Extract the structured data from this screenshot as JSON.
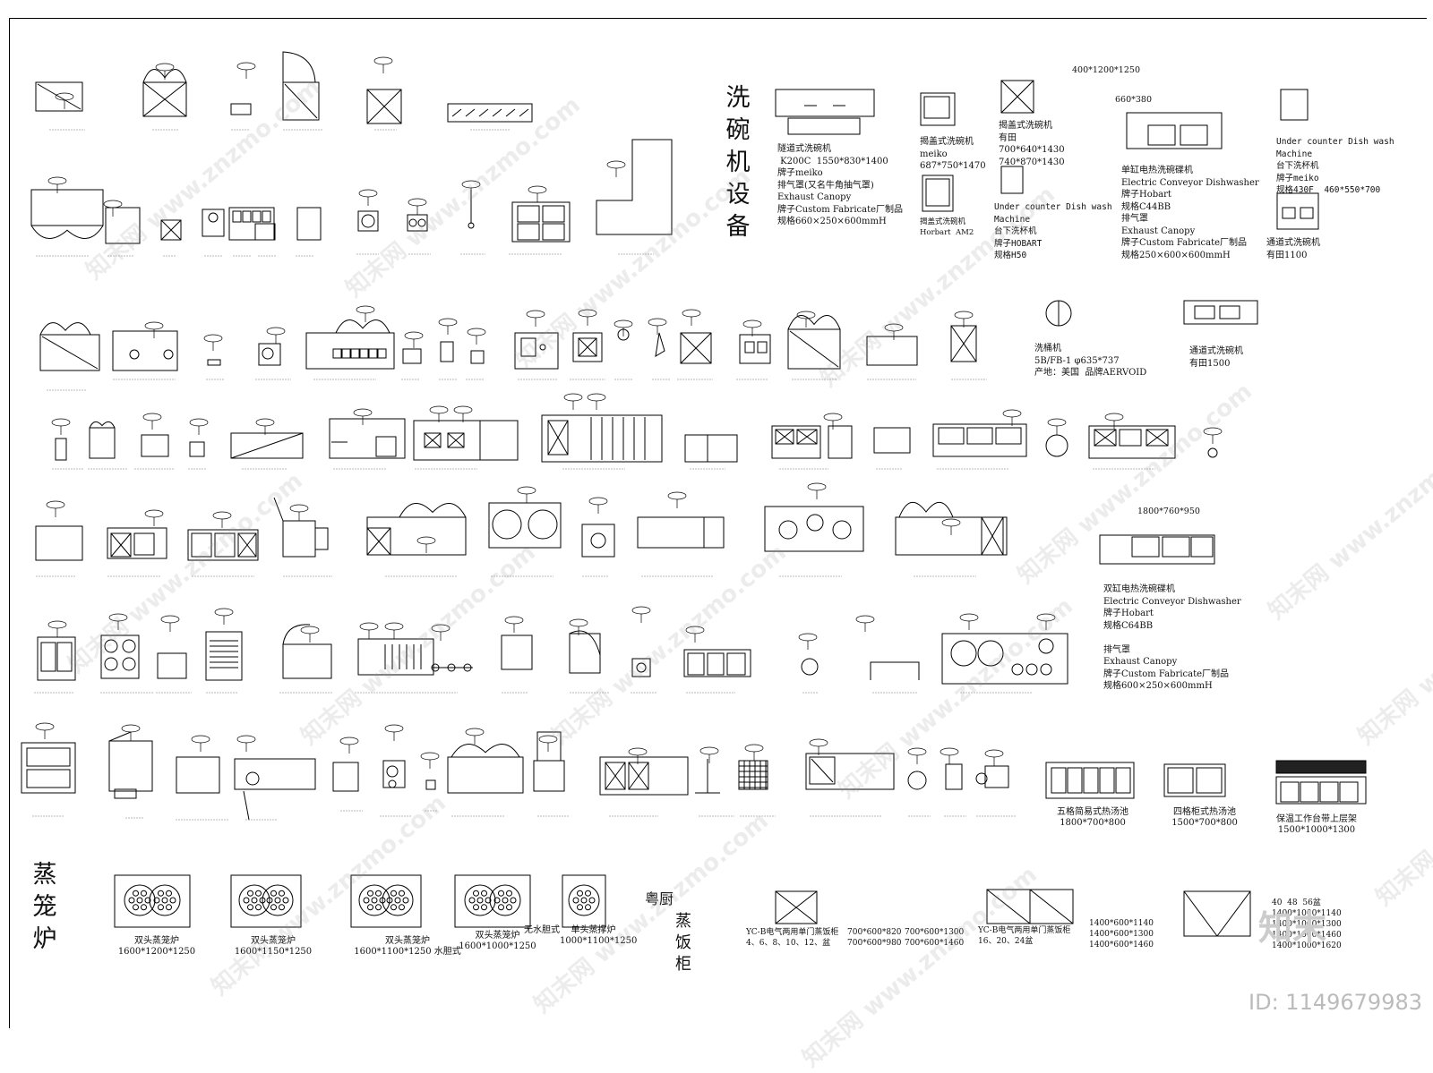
{
  "titles": {
    "dishwasher": "洗碗机设备",
    "steamer": "蒸笼炉",
    "rice_cabinet": "粤厨蒸饭柜"
  },
  "top_dim": "400*1200*1250",
  "notes": {
    "tunnel": "隧道式洗碗机\n K200C  1550*830*1400\n牌子meiko\n排气罩(又名牛角抽气罩)\nExhaust Canopy\n牌子Custom Fabricate厂制品\n规格660×250×600mmH",
    "hood_meiko": "揭盖式洗碗机\nmeiko\n687*750*1470",
    "hood_am2": "揭盖式洗碗机\nHorbart  AM2",
    "hood_youtian": "揭盖式洗碗机\n有田\n700*640*1430\n740*870*1430",
    "undercounter": "Under counter Dish wash\nMachine\n台下洗杯机\n牌子HOBART\n规格H50",
    "size660": "660*380",
    "single_tank": "单缸电热洗碗碟机\nElectric Conveyor Dishwasher\n牌子Hobart\n规格C44BB\n排气罩\nExhaust Canopy\n牌子Custom Fabricate厂制品\n规格250×600×600mmH",
    "meiko_uc": "Under counter Dish wash\nMachine\n台下洗杯机\n牌子meiko\n规格430F  460*550*700",
    "pass_youtian1": "通道式洗碗机\n有田1100",
    "washer": "洗桶机\n5B/FB-1 φ635*737\n产地：美国  品牌AERVOID",
    "pass_youtian2": "通道式洗碗机\n有田1500",
    "size1800": "1800*760*950",
    "double_tank": "双缸电热洗碗碟机\nElectric Conveyor Dishwasher\n牌子Hobart\n规格C64BB\n\n排气罩\nExhaust Canopy\n牌子Custom Fabricate厂制品\n规格600×250×600mmH"
  },
  "soup_pools": [
    {
      "name": "五格简易式热汤池",
      "size": "1800*700*800"
    },
    {
      "name": "四格柜式热汤池",
      "size": "1500*700*800"
    },
    {
      "name": "保温工作台带上层架",
      "size": "1500*1000*1300"
    }
  ],
  "steamers": [
    {
      "name": "双头蒸笼炉",
      "size": "1600*1200*1250"
    },
    {
      "name": "双头蒸笼炉",
      "size": "1600*1150*1250"
    },
    {
      "name": "双头蒸笼炉",
      "size": "1600*1100*1250 水胆式"
    },
    {
      "name": "双头蒸笼炉",
      "size": "1600*1000*1250"
    },
    {
      "name": "单头蒸撑炉",
      "size": "1000*1100*1250"
    }
  ],
  "no_tank": "无水胆式",
  "rice": {
    "single_label": "YC-B电气两用单门蒸饭柜\n4、6、8、10、12、盆",
    "single_sizes": "700*600*820\n700*600*980",
    "single_sizes2": "700*600*1300\n700*600*1460",
    "double_label": "YC-B电气两用单门蒸饭柜\n16、20、24盆",
    "double_sizes": "1400*600*1140\n1400*600*1300\n1400*600*1460",
    "right_sizes": "40  48  56盆\n1400*1000*1140\n1400*1000*1300\n1400*1000*1460\n1400*1000*1620"
  },
  "watermark": "知末网 www.znzmo.com",
  "id_text": "ID: 1149679983",
  "logo_text": "知末"
}
